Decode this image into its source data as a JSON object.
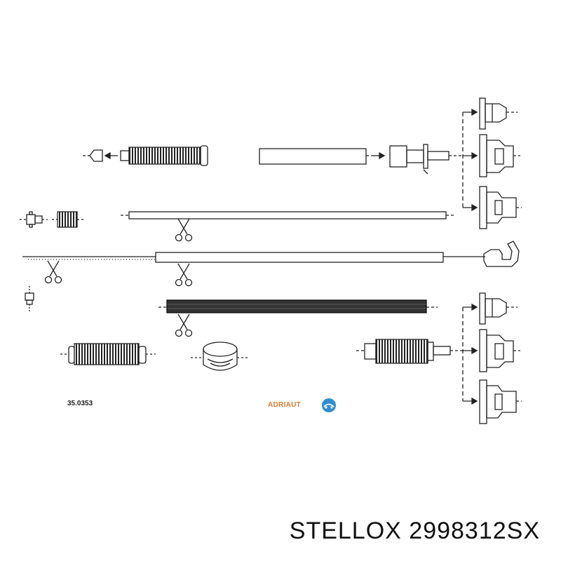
{
  "diagram": {
    "part_code": "35.0353",
    "logo_text": "ADRIAUT",
    "logo_icon": "adriauto-badge-icon",
    "caption": "STELLOX 2998312SX"
  },
  "colors": {
    "ink": "#222222",
    "logo_orange": "#e07a2a",
    "logo_blue": "#2f8fd0"
  }
}
